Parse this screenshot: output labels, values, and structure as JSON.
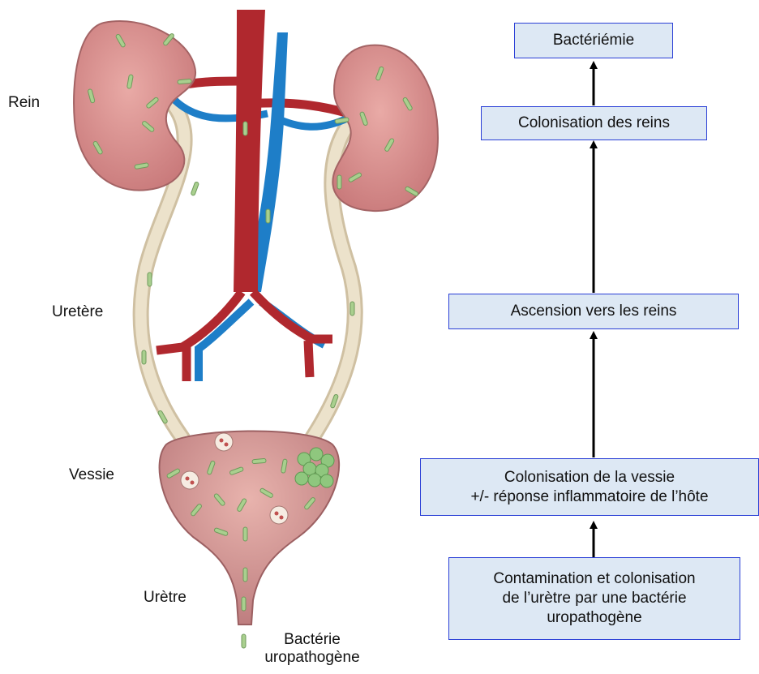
{
  "anatomy_labels": {
    "rein": "Rein",
    "uretere": "Uretère",
    "vessie": "Vessie",
    "uretre": "Urètre",
    "bacterie_line1": "Bactérie",
    "bacterie_line2": "uropathogène"
  },
  "flow_steps": {
    "bacteriemie": "Bactériémie",
    "colonisation_reins": "Colonisation des reins",
    "ascension": "Ascension vers les reins",
    "colonisation_vessie_line1": "Colonisation de la vessie",
    "colonisation_vessie_line2": "+/- réponse inflammatoire de l’hôte",
    "contamination_line1": "Contamination et colonisation",
    "contamination_line2": "de l’urètre par une bactérie",
    "contamination_line3": "uropathogène"
  },
  "colors": {
    "box_fill": "#dde8f4",
    "box_border": "#2a3fd6",
    "arrow": "#000000",
    "kidney": "#d98c8c",
    "artery": "#b0282e",
    "vein": "#1e7ec8",
    "ureter": "#e6dbc2",
    "bacteria": "#a9cf8e"
  }
}
